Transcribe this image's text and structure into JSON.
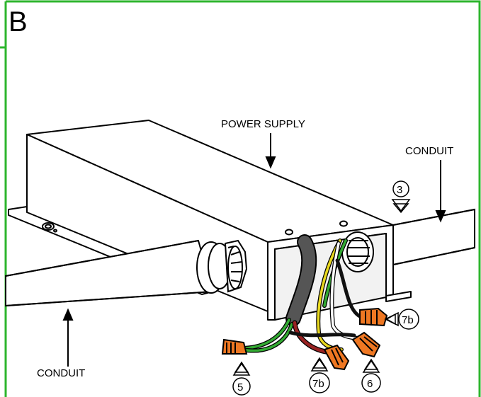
{
  "panel": {
    "letter": "B",
    "border_color": "#2db52d"
  },
  "labels": {
    "power_supply": "POWER SUPPLY",
    "conduit_right": "CONDUIT",
    "conduit_left": "CONDUIT"
  },
  "callouts": {
    "c3": "3",
    "c5": "5",
    "c6": "6",
    "c7b_top": "7b",
    "c7b_bottom": "7b"
  },
  "colors": {
    "wire_nut": "#ee7722",
    "wire_green": "#33aa33",
    "wire_yellow": "#e8d820",
    "wire_red": "#992222",
    "wire_black": "#111111",
    "cable_sheath": "#555555"
  }
}
